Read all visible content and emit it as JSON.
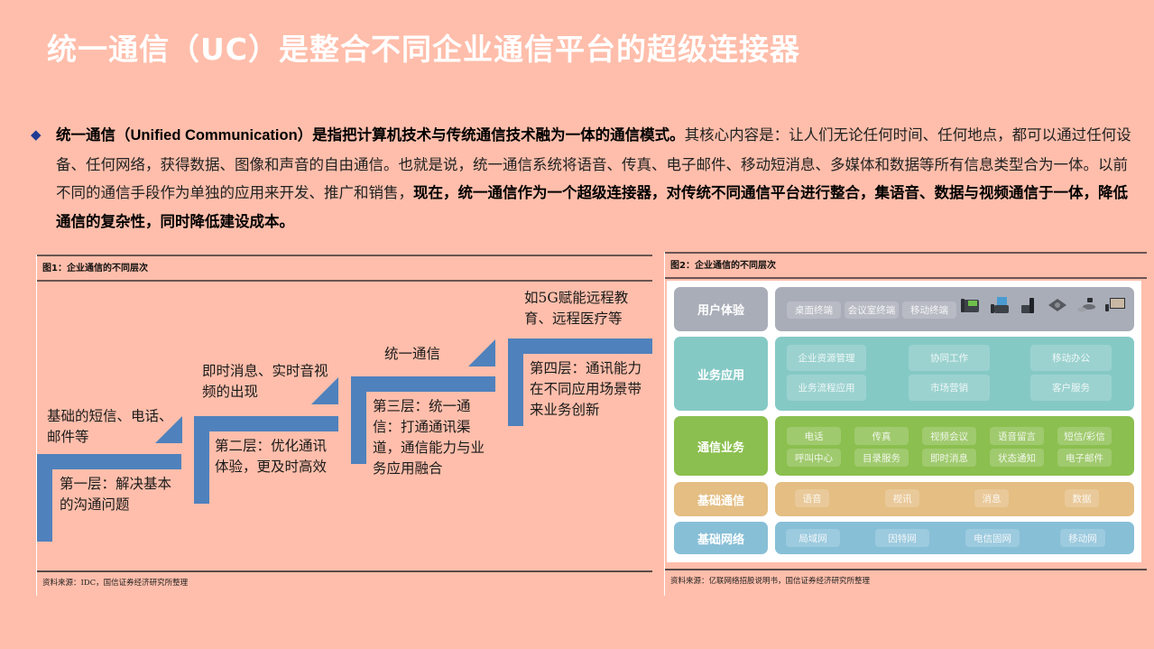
{
  "slide": {
    "title": "统一通信（UC）是整合不同企业通信平台的超级连接器",
    "colors": {
      "background": "#ffbeab",
      "title": "#ffffff",
      "step_blue": "#4f81bd",
      "bullet": "#1f3a93"
    }
  },
  "intro": {
    "bullet_icon": "◆",
    "seg1_bold": "统一通信（",
    "seg1_en": "Unified Communication",
    "seg2_bold": "）是指把计算机技术与传统通信技术融为一体的通信模式。",
    "seg3": "其核心内容是：让人们无论任何时间、任何地点，都可以通过任何设备、任何网络，获得数据、图像和声音的自由通信。也就是说，统一通信系统将语音、传真、电子邮件、移动短消息、多媒体和数据等所有信息类型合为一体。以前不同的通信手段作为单独的应用来开发、推广和销售，",
    "seg4_bold": "现在，统一通信作为一个超级连接器，对传统不同通信平台进行整合，集语音、数据与视频通信于一体，降低通信的复杂性，同时降低建设成本。"
  },
  "figure1": {
    "caption": "图1：企业通信的不同层次",
    "source": "资料来源：IDC，国信证券经济研究所整理",
    "steps": [
      {
        "top_label": "基础的短信、电话、邮件等",
        "layer_label": "第一层：解决基本的沟通问题"
      },
      {
        "top_label": "即时消息、实时音视频的出现",
        "layer_label": "第二层：优化通讯体验，更及时高效"
      },
      {
        "top_label": "统一通信",
        "layer_label": "第三层：统一通信：打通通讯渠道，通信能力与业务应用融合"
      },
      {
        "top_label": "如5G赋能远程教育、远程医疗等",
        "layer_label": "第四层：通讯能力在不同应用场景带来业务创新"
      }
    ]
  },
  "figure2": {
    "caption": "图2：企业通信的不同层次",
    "source": "资料来源：亿联网络招股说明书，国信证券经济研究所整理",
    "layers": [
      {
        "name": "用户体验",
        "color": "#a9adb8",
        "items": [
          "桌面终端",
          "会议室终端",
          "移动终端"
        ],
        "devices": [
          "desk-phone-icon",
          "video-phone-icon",
          "dect-phone-icon",
          "conference-phone-icon",
          "video-conference-icon",
          "video-screen-icon"
        ]
      },
      {
        "name": "业务应用",
        "color": "#85c9c5",
        "items": [
          "企业资源管理",
          "协同工作",
          "移动办公",
          "业务流程应用",
          "市场营销",
          "客户服务"
        ]
      },
      {
        "name": "通信业务",
        "color": "#8bbf4f",
        "items": [
          "电话",
          "传真",
          "视频会议",
          "语音留言",
          "短信/彩信",
          "呼叫中心",
          "目录服务",
          "即时消息",
          "状态通知",
          "电子邮件"
        ]
      },
      {
        "name": "基础通信",
        "color": "#e4be83",
        "items": [
          "语音",
          "视讯",
          "消息",
          "数据"
        ]
      },
      {
        "name": "基础网络",
        "color": "#87bfd7",
        "items": [
          "局域网",
          "因特网",
          "电信固网",
          "移动网"
        ]
      }
    ]
  }
}
